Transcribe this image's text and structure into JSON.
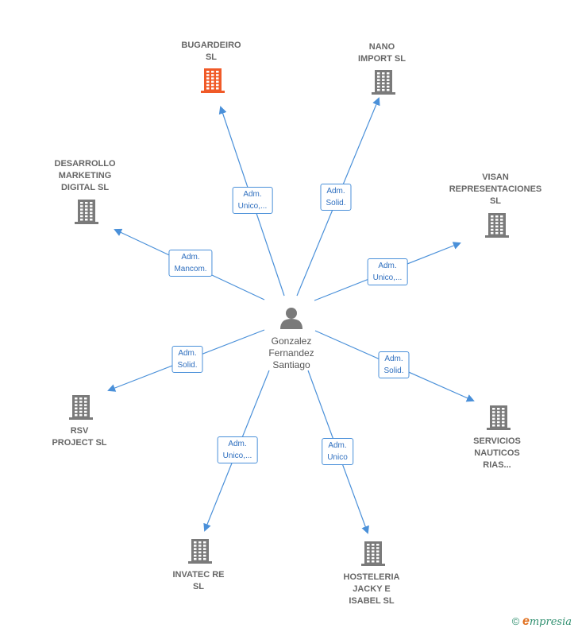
{
  "center": {
    "name": "Gonzalez\nFernandez\nSantiago",
    "icon": "person-icon"
  },
  "nodes": [
    {
      "id": "bugardeiro",
      "name": "BUGARDEIRO\nSL",
      "role": "Adm.\nUnico,...",
      "highlight": true
    },
    {
      "id": "nano",
      "name": "NANO\nIMPORT  SL",
      "role": "Adm.\nSolid.",
      "highlight": false
    },
    {
      "id": "desarrollo",
      "name": "DESARROLLO\nMARKETING\nDIGITAL  SL",
      "role": "Adm.\nMancom.",
      "highlight": false
    },
    {
      "id": "visan",
      "name": "VISAN\nREPRESENTACIONES\nSL",
      "role": "Adm.\nUnico,...",
      "highlight": false
    },
    {
      "id": "rsv",
      "name": "RSV\nPROJECT  SL",
      "role": "Adm.\nSolid.",
      "highlight": false
    },
    {
      "id": "servicios",
      "name": "SERVICIOS\nNAUTICOS\nRIAS...",
      "role": "Adm.\nSolid.",
      "highlight": false
    },
    {
      "id": "invatec",
      "name": "INVATEC RE\nSL",
      "role": "Adm.\nUnico,...",
      "highlight": false
    },
    {
      "id": "hosteleria",
      "name": "HOSTELERIA\nJACKY E\nISABEL SL",
      "role": "Adm.\nUnico",
      "highlight": false
    }
  ],
  "colors": {
    "edge": "#4a90d9",
    "building": "#7a7a7a",
    "building_highlight": "#f05a28",
    "person": "#7a7a7a"
  },
  "watermark": {
    "symbol": "©",
    "e": "e",
    "brand": "mpresia"
  }
}
